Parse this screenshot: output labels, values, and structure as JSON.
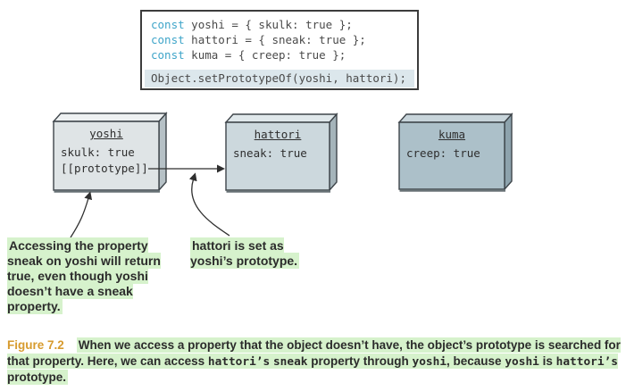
{
  "code_panel": {
    "lines": [
      {
        "kw": "const",
        "code": " yoshi = { skulk: true };"
      },
      {
        "kw": "const",
        "code": " hattori = { sneak: true };"
      },
      {
        "kw": "const",
        "code": " kuma = { creep: true };"
      }
    ],
    "highlight_line": "Object.setPrototypeOf(yoshi, hattori);"
  },
  "objects": [
    {
      "name": "yoshi",
      "props": [
        "skulk: true",
        "[[prototype]]"
      ]
    },
    {
      "name": "hattori",
      "props": [
        "sneak: true"
      ]
    },
    {
      "name": "kuma",
      "props": [
        "creep: true"
      ]
    }
  ],
  "annotations": {
    "left": "Accessing the property sneak on yoshi will return true, even though yoshi doesn’t have a sneak property.",
    "right": "hattori is set as yoshi’s prototype."
  },
  "caption": {
    "label": "Figure 7.2",
    "segments": [
      {
        "t": "When we access a property that the object doesn’t have, the object’s prototype is searched for that property. Here, we can access "
      },
      {
        "t": "hattori’s"
      },
      {
        "t": " "
      },
      {
        "t": "sneak"
      },
      {
        "t": " property through "
      },
      {
        "t": "yoshi"
      },
      {
        "t": ", because "
      },
      {
        "t": "yoshi"
      },
      {
        "t": " is "
      },
      {
        "t": "hattori’s"
      },
      {
        "t": " prototype."
      }
    ]
  },
  "colors": {
    "annotation_highlight": "#d6f2cc",
    "figure_label_orange": "#d79b2e",
    "code_keyword_cyan": "#3fa5c9",
    "code_highlight_bg": "#dce7ec",
    "box_yoshi_face": "#dfe4e6",
    "box_hattori_face": "#ccd8dd",
    "box_kuma_face": "#acc0c9",
    "box_outline": "#3e454a"
  }
}
